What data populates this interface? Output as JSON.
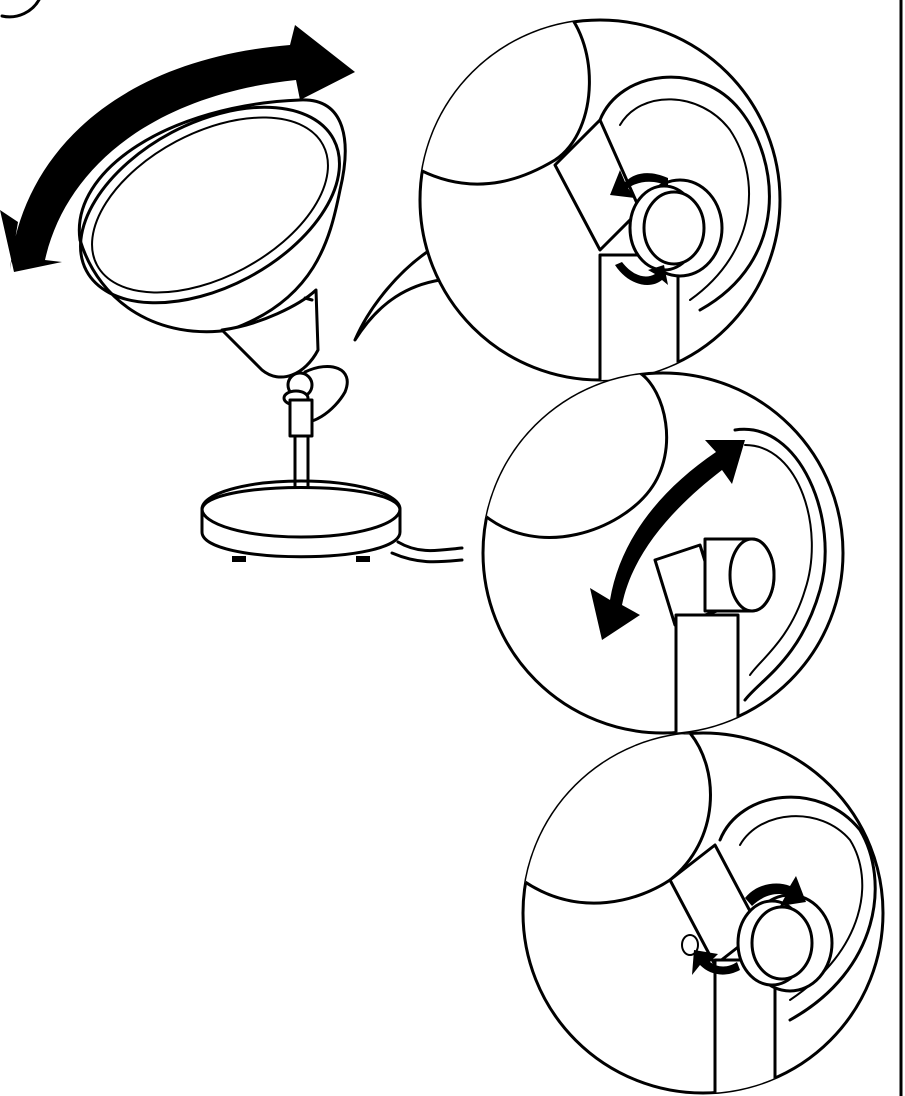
{
  "diagram": {
    "step_marker": "",
    "figure": "lamp-head-adjustment",
    "colors": {
      "line": "#000000",
      "background": "#ffffff"
    },
    "details": [
      {
        "id": "loosen",
        "arrow": "counterclockwise"
      },
      {
        "id": "tilt",
        "arrow": "double-headed"
      },
      {
        "id": "tighten",
        "arrow": "clockwise"
      }
    ]
  }
}
